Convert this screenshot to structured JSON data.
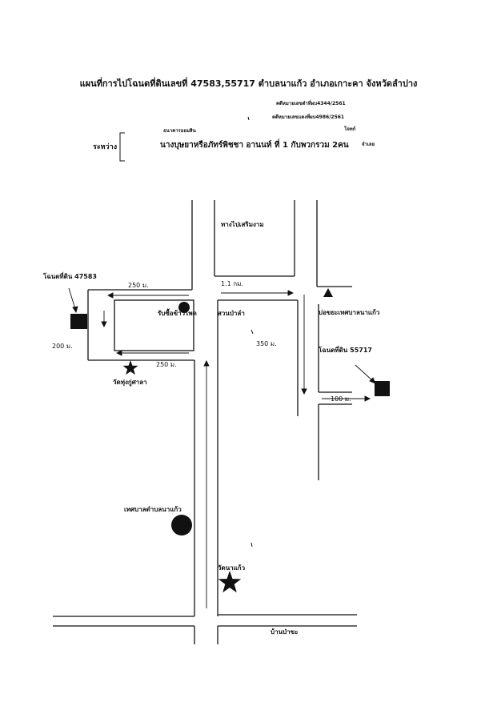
{
  "title": "แผนที่การไปโฉนดที่ดินเลขที่ 47583,55717  ตำบลนาแก้ว  อำเภอเกาะคา  จังหวัดลำปาง",
  "case_numbers": [
    "คดีหมายเลขดำที่ผบ4344/2561",
    "คดีหมายเลขแดงที่ผบ4986/2561"
  ],
  "parties": {
    "between_label": "ระหว่าง",
    "plaintiff": "ธนาคารออมสิน",
    "plaintiff_role": "โจทก์",
    "defendant": "นางบุษยาหรือภัทร์พิชชา  อานนท์ ที่ 1  กับพวกรวม 2คน",
    "defendant_role": "จำเลย"
  },
  "places": {
    "road_to_sermngam": "ทางไปเสริมงาม",
    "plot_47583": "โฉนดที่ดิน 47583",
    "plot_55717": "โฉนดที่ดิน 55717",
    "rub_sue": "รับซื้อข้าวโพด",
    "suan_pa_lam": "สวนป่าลำ",
    "water_tank": "บ่อขยะเทศบาลนาแก้ว",
    "wat_thung_ku_sala": "วัดทุ่งกู่ศาลา",
    "municipality": "เทศบาลตำบลนาแก้ว",
    "wat_na_kaeo": "วัดนาแก้ว",
    "ban_pa_kha": "บ้านป่าขะ"
  },
  "distances": {
    "d250_top": "250 ม.",
    "d1_1km": "1.1 กม.",
    "d200": "200 ม.",
    "d250_bottom": "250 ม.",
    "d350": "350 ม.",
    "d100": "100 ม."
  },
  "icon_names": [
    "plot-marker-icon",
    "star-icon",
    "circle-icon",
    "triangle-icon",
    "arrow-icon"
  ]
}
